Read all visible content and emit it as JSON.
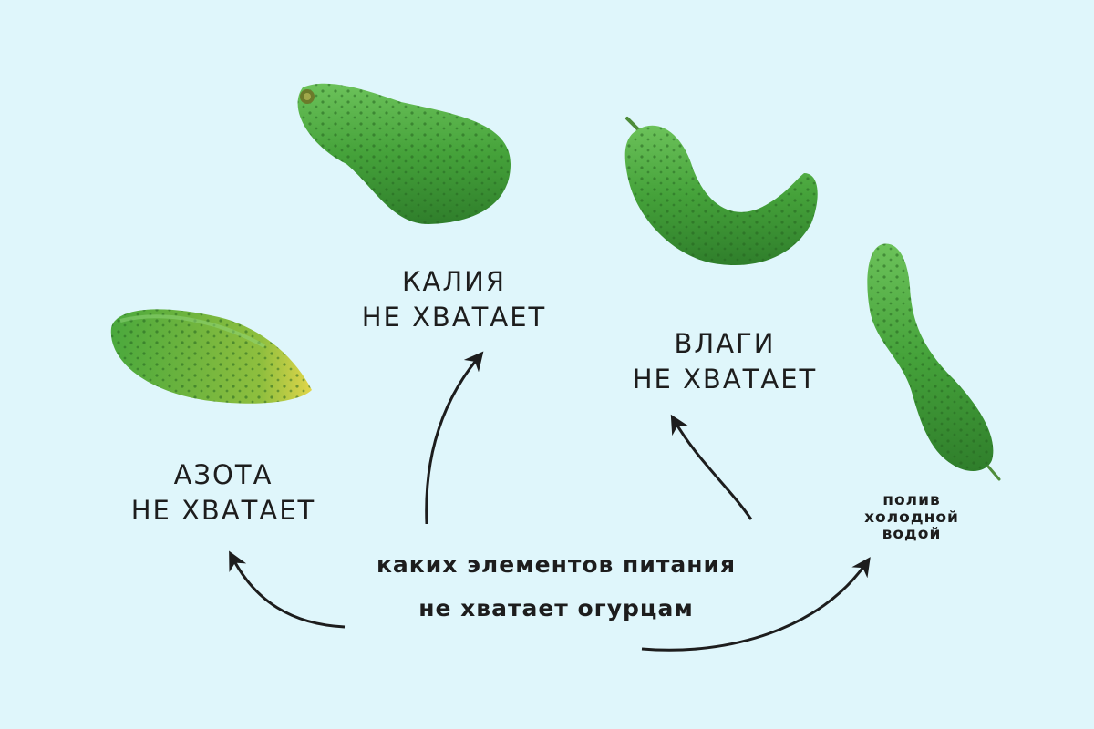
{
  "center_question": {
    "line1": "каких элементов питания",
    "line2": "не хватает огурцам"
  },
  "causes": [
    {
      "id": "nitrogen",
      "line1": "АЗОТА",
      "line2": "НЕ ХВАТАЕТ"
    },
    {
      "id": "potassium",
      "line1": "КАЛИЯ",
      "line2": "НЕ ХВАТАЕТ"
    },
    {
      "id": "moisture",
      "line1": "ВЛАГИ",
      "line2": "НЕ ХВАТАЕТ"
    },
    {
      "id": "cold-water",
      "line1": "полив",
      "line2": "холодной",
      "line3": "водой"
    }
  ],
  "colors": {
    "background": "#dff6fb",
    "cucumber": "#4aa83d",
    "cucumber_dark": "#2f7d2a",
    "cucumber_tip": "#d8d24a",
    "ink": "#1d1d1d"
  }
}
